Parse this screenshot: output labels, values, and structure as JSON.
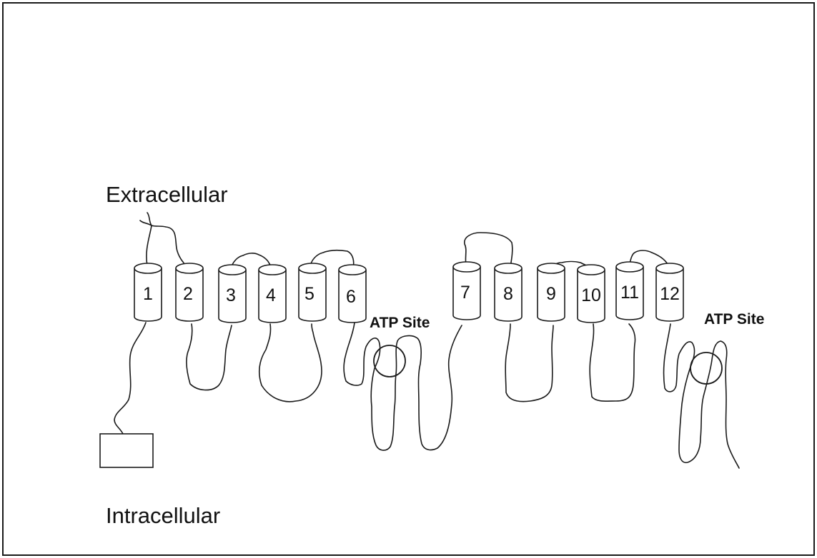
{
  "frame_color": "#1a1a1a",
  "regions": {
    "extracellular": "Extracellular",
    "intracellular": "Intracellular"
  },
  "helices": [
    "1",
    "2",
    "3",
    "4",
    "5",
    "6",
    "7",
    "8",
    "9",
    "10",
    "11",
    "12"
  ],
  "atp_sites": [
    "ATP Site",
    "ATP Site"
  ]
}
